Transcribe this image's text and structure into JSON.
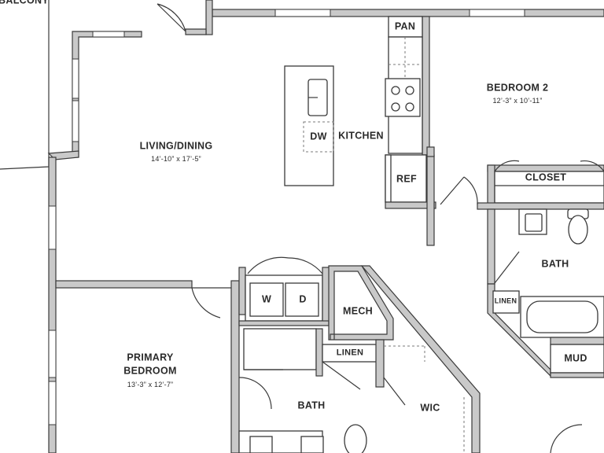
{
  "floorplan": {
    "balcony": {
      "label": "BALCONY"
    },
    "living": {
      "label": "LIVING/DINING",
      "dimensions": "14’-10” x 17’-5”"
    },
    "kitchen": {
      "label": "KITCHEN"
    },
    "pantry": {
      "label": "PAN"
    },
    "dishwasher": {
      "label": "DW"
    },
    "refrigerator": {
      "label": "REF"
    },
    "bedroom2": {
      "label": "BEDROOM 2",
      "dimensions": "12’-3” x 10’-11”"
    },
    "closet": {
      "label": "CLOSET"
    },
    "bath2": {
      "label": "BATH"
    },
    "linen2": {
      "label": "LINEN"
    },
    "mud": {
      "label": "MUD"
    },
    "washer": {
      "label": "W"
    },
    "dryer": {
      "label": "D"
    },
    "mech": {
      "label": "MECH"
    },
    "linen1": {
      "label": "LINEN"
    },
    "primary_bedroom": {
      "label_line1": "PRIMARY",
      "label_line2": "BEDROOM",
      "dimensions": "13’-3” x 12’-7”"
    },
    "primary_bath": {
      "label": "BATH"
    },
    "wic": {
      "label": "WIC"
    }
  }
}
